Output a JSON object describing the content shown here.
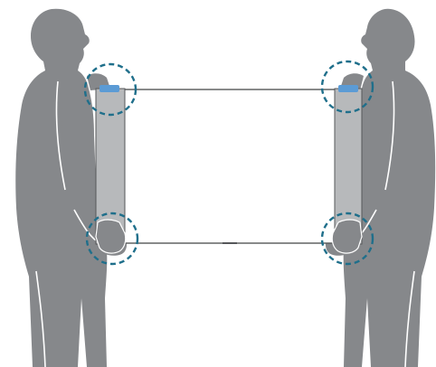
{
  "diagram": {
    "subject": "two-person-tv-carry",
    "colors": {
      "person": "#86888b",
      "person_line": "#ffffff",
      "tv_outline": "#555759",
      "tv_side": "#b7b9bb",
      "protective_tape": "#5b9bd5",
      "highlight_circle": "#1f6f8b",
      "background": "#ffffff"
    },
    "callouts": [
      {
        "id": "top-left-grip",
        "style": "dashed-circle"
      },
      {
        "id": "bottom-left-grip",
        "style": "dashed-circle"
      },
      {
        "id": "top-right-grip",
        "style": "dashed-circle"
      },
      {
        "id": "bottom-right-grip",
        "style": "dashed-circle"
      }
    ]
  }
}
